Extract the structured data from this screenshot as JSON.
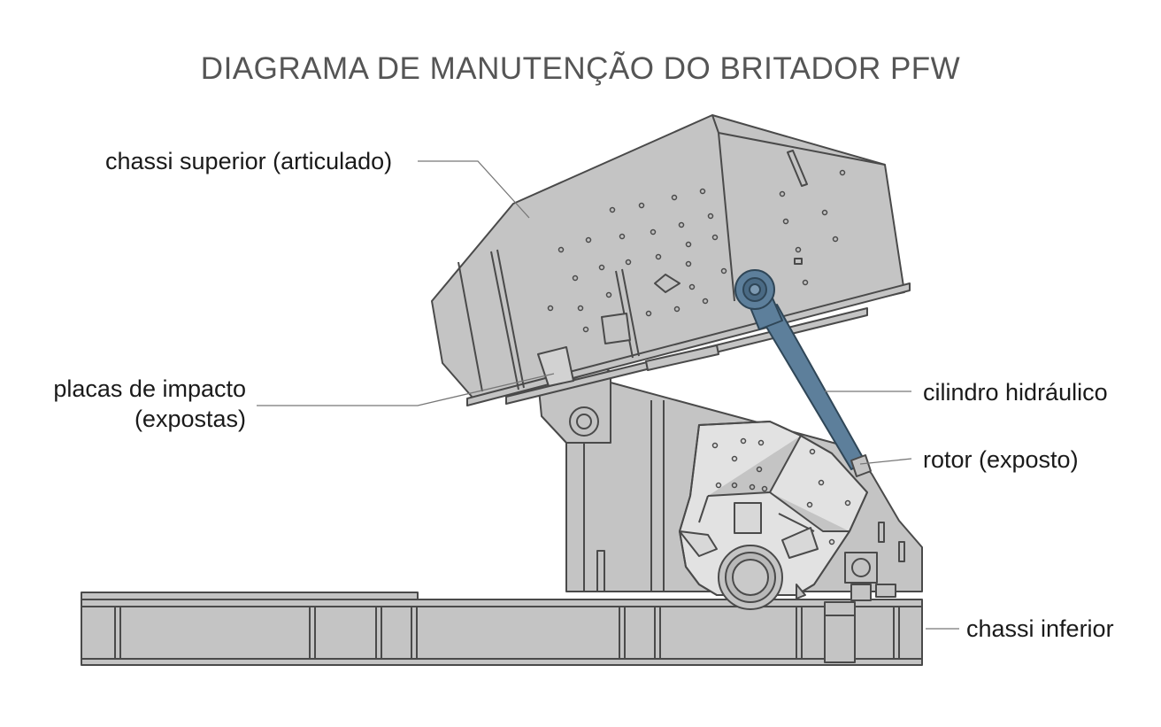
{
  "title": "DIAGRAMA DE MANUTENÇÃO DO BRITADOR PFW",
  "labels": {
    "upper_frame": "chassi superior (articulado)",
    "impact_plates_line1": "placas de impacto",
    "impact_plates_line2": "(expostas)",
    "hydraulic_cylinder": "cilindro hidráulico",
    "rotor": "rotor (exposto)",
    "lower_frame": "chassi inferior"
  },
  "colors": {
    "body_fill": "#c4c4c4",
    "rotor_fill": "#e2e2e2",
    "cylinder_fill": "#5d7f9b",
    "outline": "#4a4a4a",
    "leader": "#777777",
    "title": "#555555"
  }
}
